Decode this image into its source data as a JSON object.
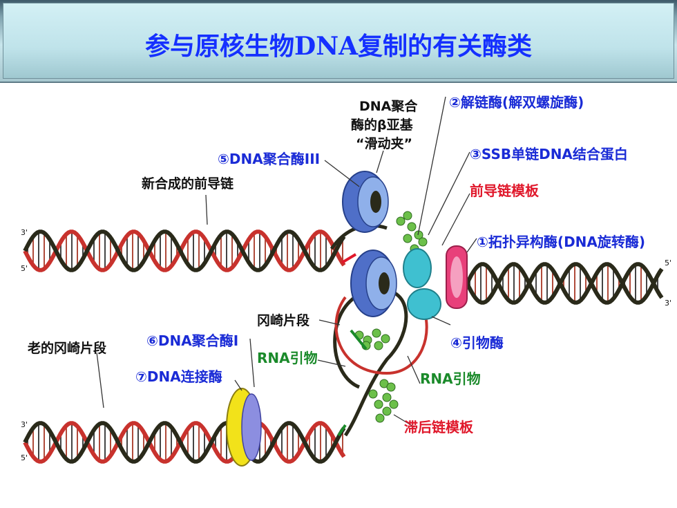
{
  "title": "参与原核生物DNA复制的有关酶类",
  "labels": {
    "beta_clamp_1": "DNA聚合",
    "beta_clamp_2": "酶的β亚基",
    "beta_clamp_3": "“滑动夹”",
    "helicase": "②解链酶(解双螺旋酶)",
    "pol3": "⑤DNA聚合酶III",
    "ssb": "③SSB单链DNA结合蛋白",
    "new_leading": "新合成的前导链",
    "leading_template": "前导链模板",
    "topo": "①拓扑异构酶(DNA旋转酶)",
    "okazaki": "冈崎片段",
    "old_okazaki": "老的冈崎片段",
    "pol1": "⑥DNA聚合酶I",
    "rna_primer_1": "RNA引物",
    "primase": "④引物酶",
    "ligase": "⑦DNA连接酶",
    "rna_primer_2": "RNA引物",
    "lagging_template": "滞后链模板",
    "end_3a": "3'",
    "end_5a": "5'",
    "end_5b": "5'",
    "end_3b": "3'",
    "end_3c": "3'",
    "end_5c": "5'"
  },
  "colors": {
    "title_text": "#1530ff",
    "label_blue": "#1a2bd6",
    "label_red": "#e0182b",
    "label_green": "#1a8a2a",
    "label_black": "#111111",
    "strand_red": "#c8322d",
    "strand_dark": "#2a2a1a",
    "pol3_blue": "#4f6fc8",
    "helicase_teal": "#3fc0d0",
    "topo_pink": "#e8407a",
    "ligase_yellow": "#f2e21a",
    "ssb_green": "#6cc04a"
  }
}
